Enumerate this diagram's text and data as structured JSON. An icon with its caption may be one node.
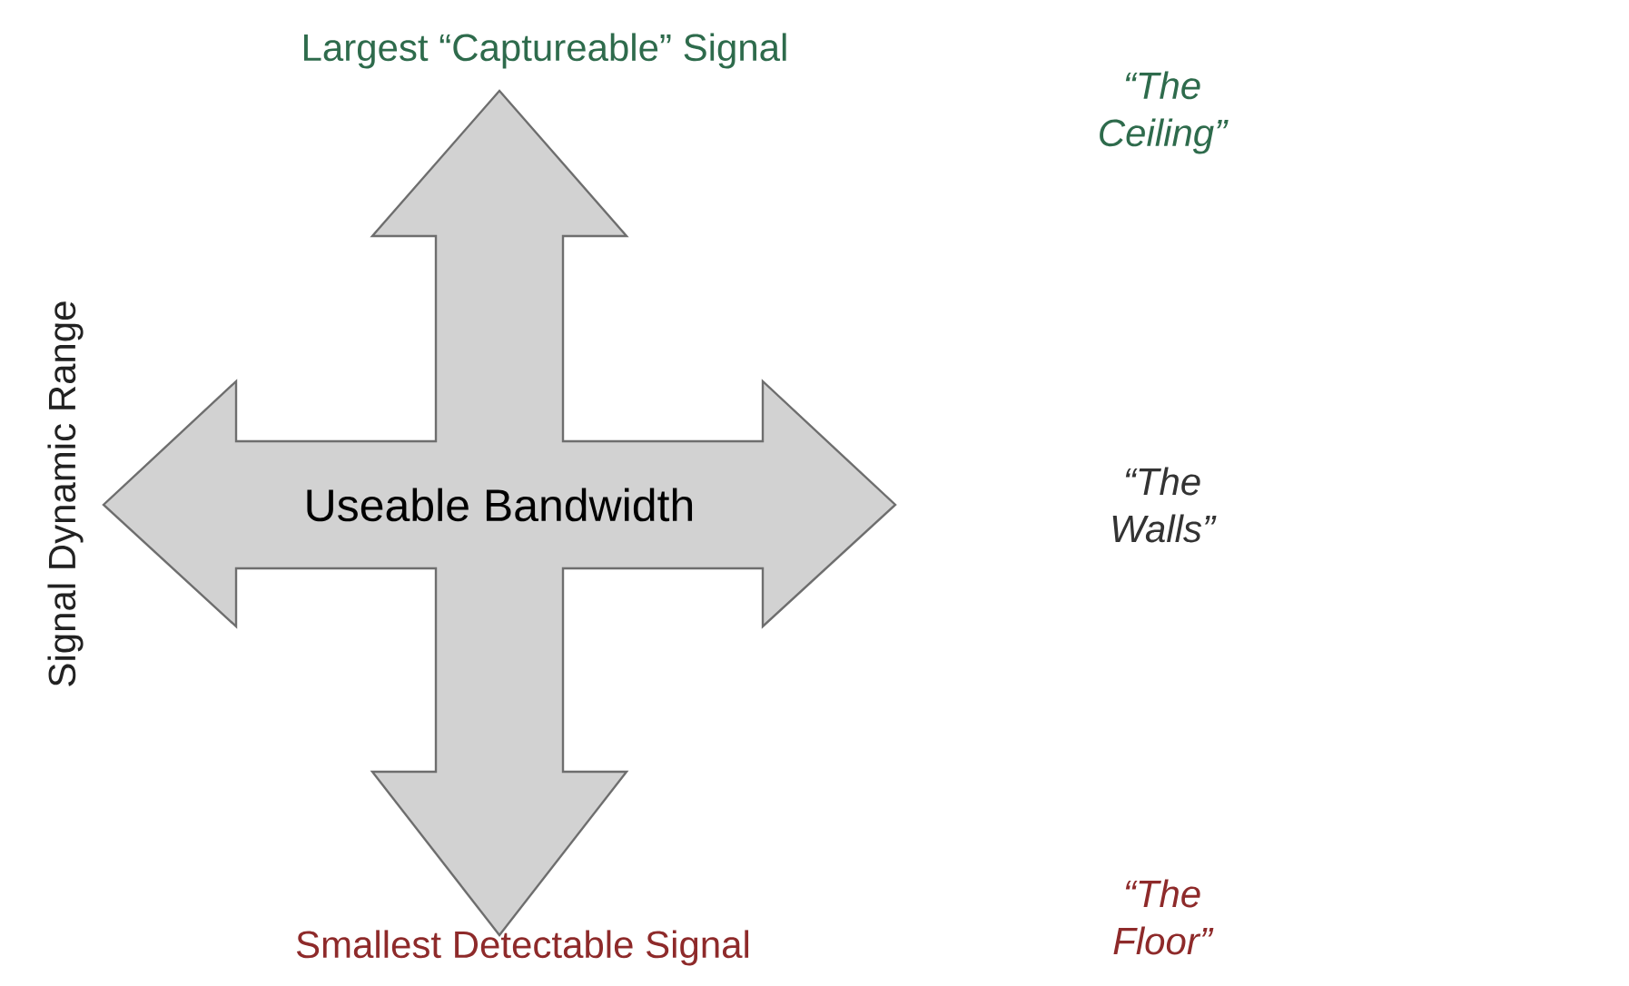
{
  "diagram": {
    "nodes": [
      {
        "text": [
          "Useable Bandwidth"
        ]
      }
    ],
    "labels": [
      "Largest “Captureable” Signal",
      "“The Ceiling”",
      "Signal Dynamic Range",
      "“The Walls”",
      "Smallest Detectable Signal",
      "“The Floor”"
    ]
  }
}
